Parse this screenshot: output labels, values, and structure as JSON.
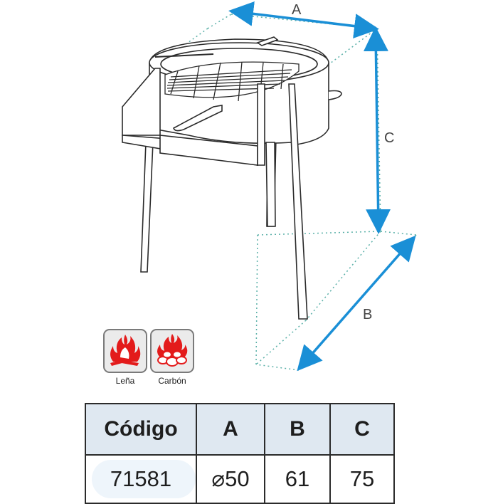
{
  "dimensions": {
    "a_label": "A",
    "b_label": "B",
    "c_label": "C",
    "arrow_color": "#1a8fd6"
  },
  "fuel_icons": [
    {
      "icon": "firewood-flame-icon",
      "label": "Leña"
    },
    {
      "icon": "charcoal-flame-icon",
      "label": "Carbón"
    }
  ],
  "flame_color": "#e31b1b",
  "table": {
    "headers": {
      "code": "Código",
      "a": "A",
      "b": "B",
      "c": "C"
    },
    "row": {
      "code": "71581",
      "a": "⌀50",
      "b": "61",
      "c": "75"
    },
    "header_bg": "#dfe8f1"
  }
}
